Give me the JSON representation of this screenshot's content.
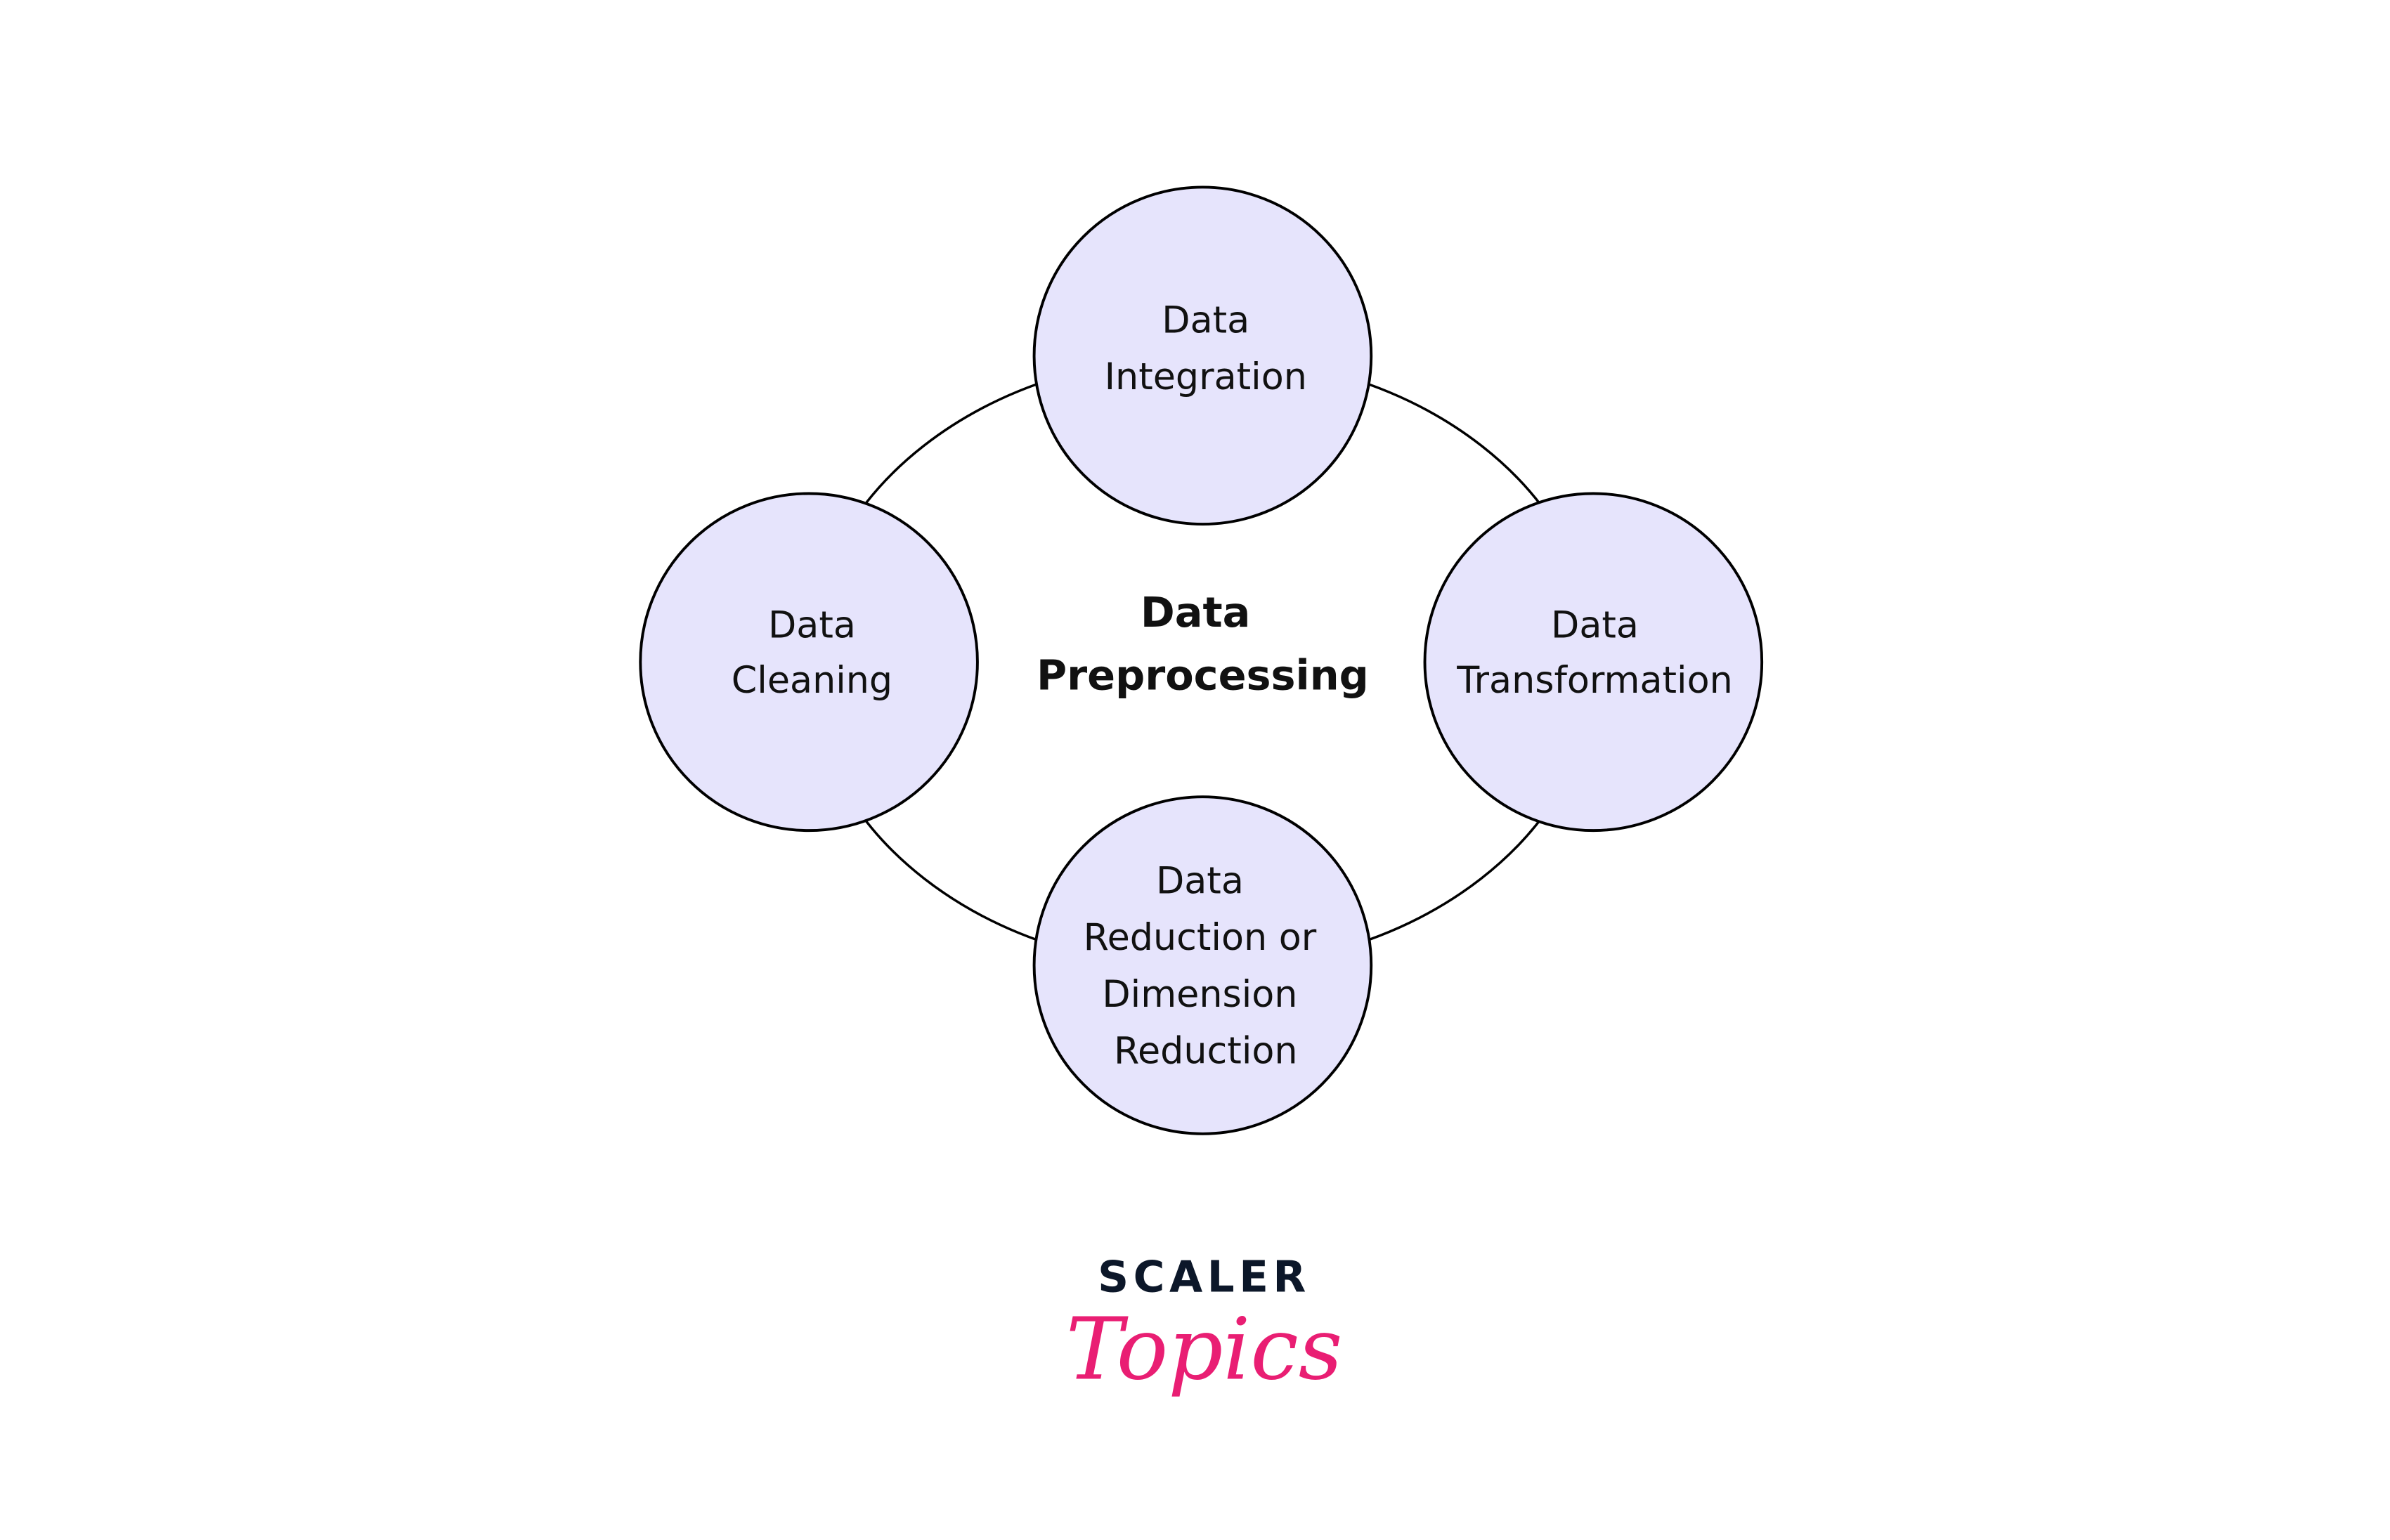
{
  "diagram": {
    "center_label": [
      "Data",
      "Preprocessing"
    ],
    "nodes": [
      {
        "id": "integration",
        "lines": [
          "Data",
          "Integration"
        ]
      },
      {
        "id": "cleaning",
        "lines": [
          "Data",
          "Cleaning"
        ]
      },
      {
        "id": "transformation",
        "lines": [
          "Data",
          "Transformation"
        ]
      },
      {
        "id": "reduction",
        "lines": [
          "Data",
          "Reduction or",
          "Dimension",
          "Reduction"
        ]
      }
    ],
    "colors": {
      "node_fill": "#E6E4FC",
      "stroke": "#000000",
      "brand_pink": "#E91E73",
      "brand_dark": "#0C1729"
    }
  },
  "logo": {
    "line1": "SCALER",
    "line2": "Topics"
  }
}
